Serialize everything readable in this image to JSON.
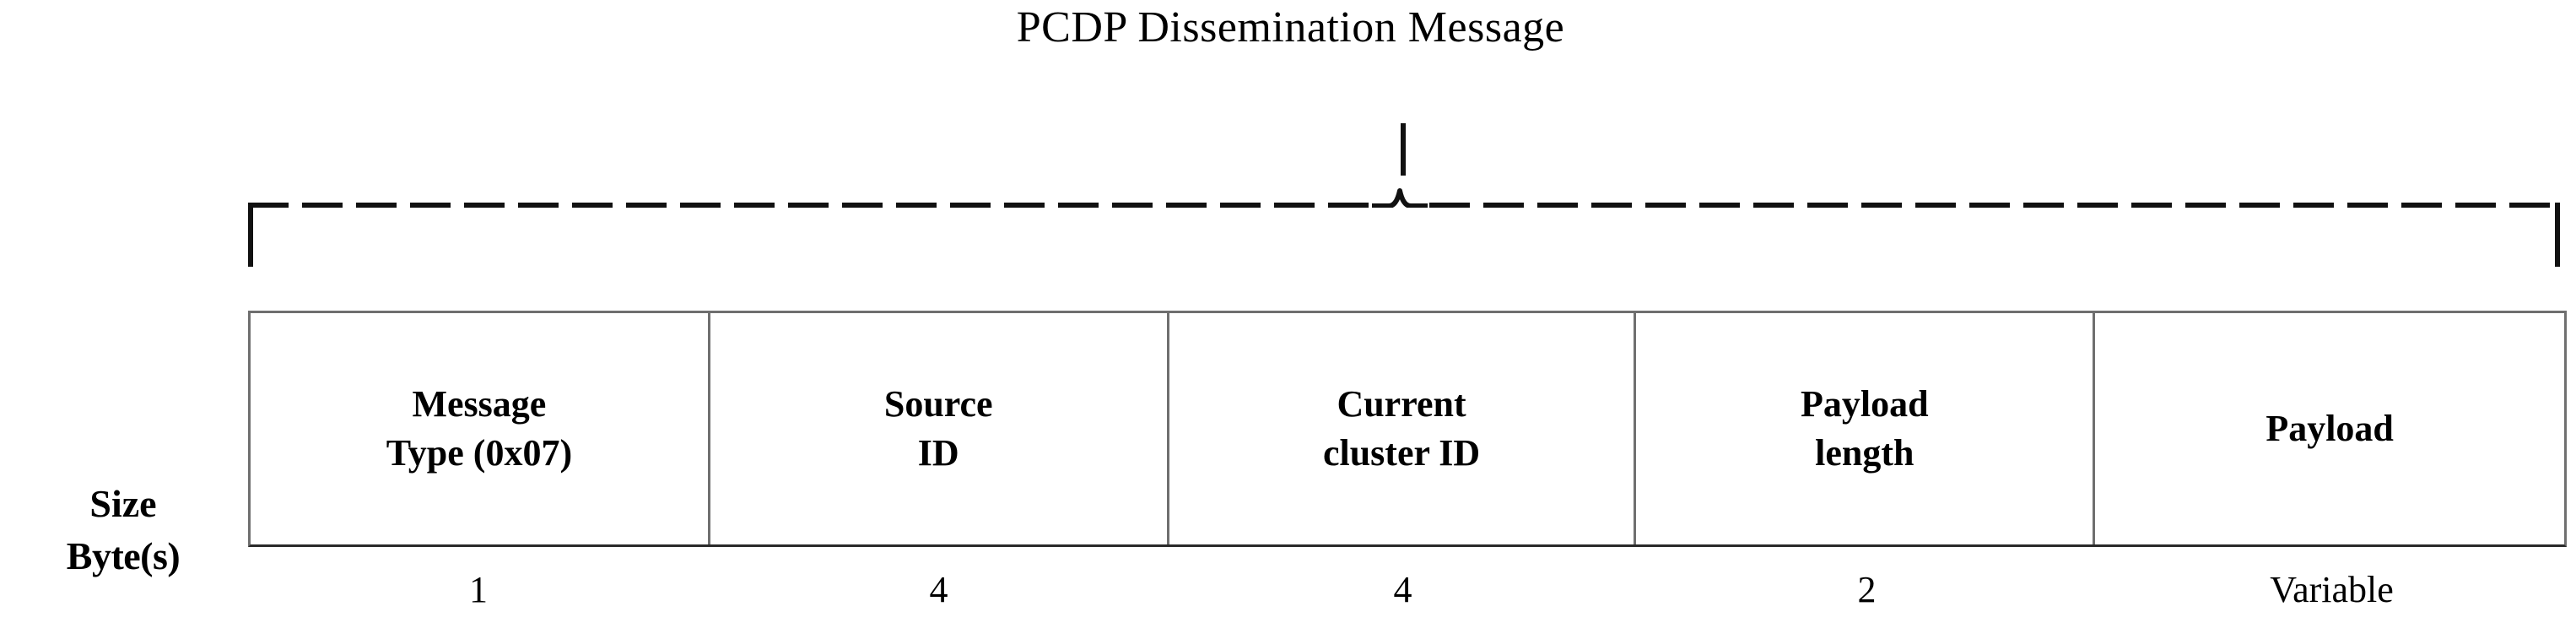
{
  "diagram": {
    "title": "PCDP Dissemination Message",
    "size_label": {
      "line1": "Size",
      "line2": "Byte(s)"
    },
    "fields": [
      {
        "name": "message-type",
        "line1": "Message",
        "line2": "Type (0x07)",
        "size": "1"
      },
      {
        "name": "source-id",
        "line1": "Source",
        "line2": "ID",
        "size": "4"
      },
      {
        "name": "current-cluster-id",
        "line1": "Current",
        "line2": "cluster ID",
        "size": "4"
      },
      {
        "name": "payload-length",
        "line1": "Payload",
        "line2": "length",
        "size": "2"
      },
      {
        "name": "payload",
        "line1": "Payload",
        "line2": "",
        "size": "Variable"
      }
    ],
    "colors": {
      "ink": "#000000",
      "table_border": "#6f6f6f",
      "bracket": "#111111",
      "background": "#ffffff"
    }
  }
}
